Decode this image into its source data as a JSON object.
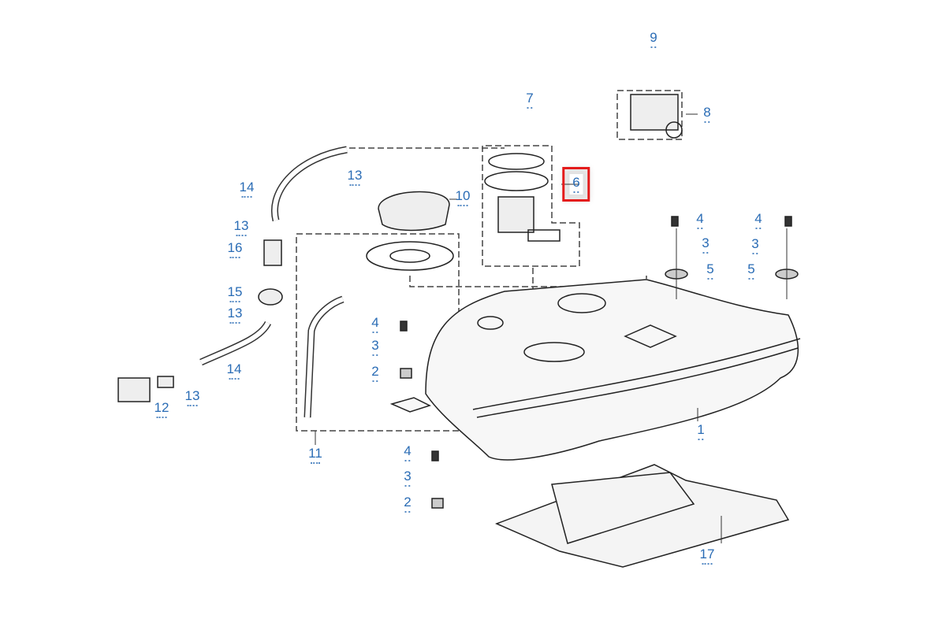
{
  "diagram": {
    "highlight_color": "#e41b1b",
    "label_color": "#2a6cb5",
    "highlighted_part": "6",
    "callouts": [
      "9",
      "8",
      "7",
      "13",
      "14",
      "10",
      "6",
      "13",
      "16",
      "4",
      "4",
      "3",
      "3",
      "5",
      "5",
      "15",
      "13",
      "4",
      "3",
      "2",
      "14",
      "13",
      "12",
      "1",
      "11",
      "4",
      "3",
      "2",
      "17"
    ]
  }
}
